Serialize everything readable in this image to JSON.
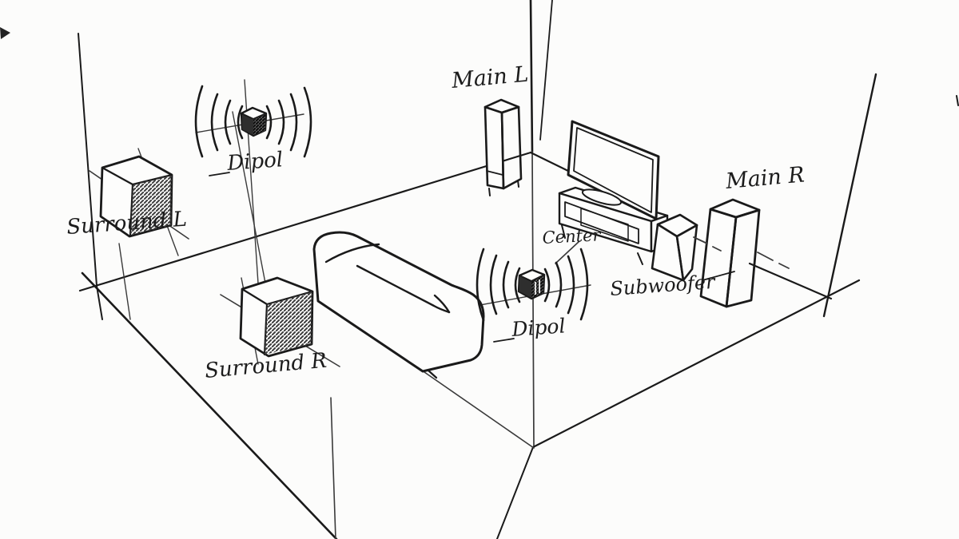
{
  "labels": {
    "main_l": "Main L",
    "main_r": "Main R",
    "dipol_top": "Dipol",
    "dipol_center": "Dipol",
    "surround_l": "Surround L",
    "surround_r": "Surround R",
    "center": "Center",
    "subwoofer": "Subwoofer"
  },
  "colors": {
    "ink": "#1a1a1a",
    "paper": "#fcfcfb",
    "hatch_medium": "#4a4a4a",
    "hatch_dark": "#111111"
  }
}
